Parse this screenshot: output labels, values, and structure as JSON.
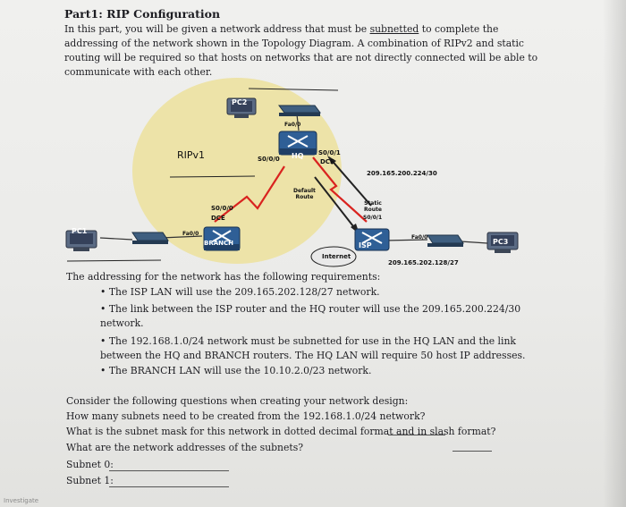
{
  "doc": {
    "title": "Part1: RIP Configuration",
    "intro_lines": [
      "In this part, you will be given a network address that must be subnetted to complete the",
      "addressing of the network shown in the Topology Diagram. A combination of RIPv2 and static",
      "routing will be required so that hosts on networks that are not directly connected will be able to",
      "communicate with each other."
    ],
    "underlined_word": "subnetted"
  },
  "diagram": {
    "routing_label": "RIPv1",
    "default_route": [
      "Default",
      "Route"
    ],
    "static_route": [
      "Static",
      "Route"
    ],
    "isp_hq_network": "209.165.200.224/30",
    "isp_lan_network": "209.165.202.128/27",
    "devices": {
      "pc1": "PC1",
      "pc2": "PC2",
      "pc3": "PC3",
      "hq": "HQ",
      "branch": "BRANCH",
      "isp": "ISP",
      "internet": "Internet"
    },
    "interfaces": {
      "hq_fa": "Fa0/0",
      "hq_s0": "S0/0/0",
      "hq_s1": "S0/0/1",
      "hq_s1_dce": "DCE",
      "branch_s0": "S0/0/0",
      "branch_s0_dce": "DCE",
      "branch_fa": "Fa0/0",
      "isp_s0": "S0/0/1",
      "isp_fa": "Fa0/0"
    }
  },
  "requirements": {
    "heading": "The addressing for the network has the following requirements:",
    "items": [
      [
        "The ISP LAN will use the 209.165.202.128/27 network."
      ],
      [
        "The link between the ISP router and the HQ router will use the 209.165.200.224/30",
        "network."
      ],
      [
        "The 192.168.1.0/24 network must be subnetted for use in the HQ LAN and the link",
        "between the HQ and BRANCH routers. The HQ LAN will require 50 host IP addresses."
      ],
      [
        "The BRANCH LAN will use the 10.10.2.0/23 network."
      ]
    ]
  },
  "questions": {
    "heading": "Consider the following questions when creating your network design:",
    "lines": [
      "How many subnets need to be created from the 192.168.1.0/24 network?",
      "What is the subnet mask for this network in dotted decimal format and in slash format?",
      "What are the network addresses of the subnets?"
    ],
    "subnets": [
      "Subnet 0:",
      "Subnet 1:"
    ]
  },
  "watermark": "Investigate"
}
